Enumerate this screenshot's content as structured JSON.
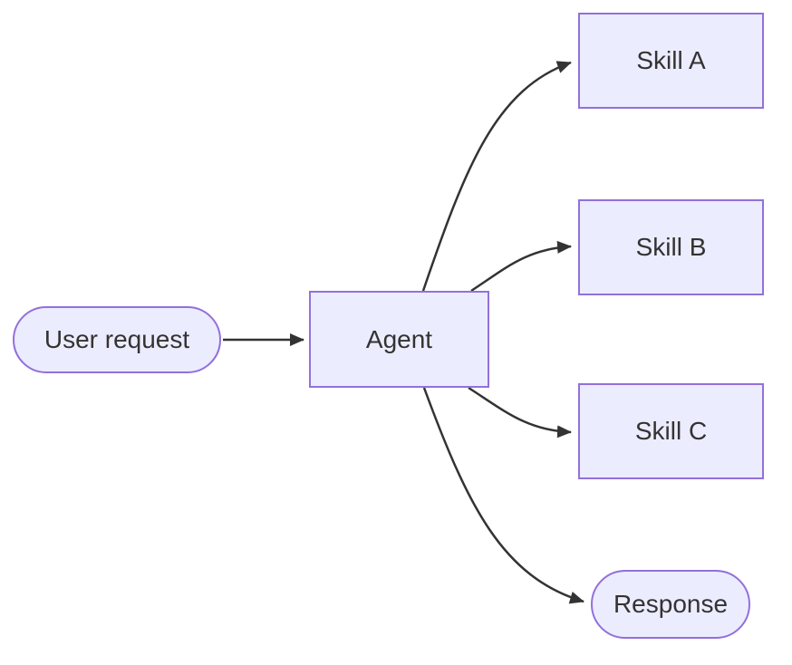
{
  "diagram": {
    "type": "flowchart",
    "direction": "left-to-right",
    "colors": {
      "node_fill": "#ECECFF",
      "node_border": "#9370DB",
      "edge_color": "#333333",
      "text_color": "#333333",
      "background": "#FFFFFF"
    },
    "nodes": {
      "user_request": {
        "label": "User request",
        "shape": "stadium"
      },
      "agent": {
        "label": "Agent",
        "shape": "rectangle"
      },
      "skill_a": {
        "label": "Skill A",
        "shape": "rectangle"
      },
      "skill_b": {
        "label": "Skill B",
        "shape": "rectangle"
      },
      "skill_c": {
        "label": "Skill C",
        "shape": "rectangle"
      },
      "response": {
        "label": "Response",
        "shape": "stadium"
      }
    },
    "edges": [
      {
        "from": "user_request",
        "to": "agent"
      },
      {
        "from": "agent",
        "to": "skill_a"
      },
      {
        "from": "agent",
        "to": "skill_b"
      },
      {
        "from": "agent",
        "to": "skill_c"
      },
      {
        "from": "agent",
        "to": "response"
      }
    ]
  }
}
